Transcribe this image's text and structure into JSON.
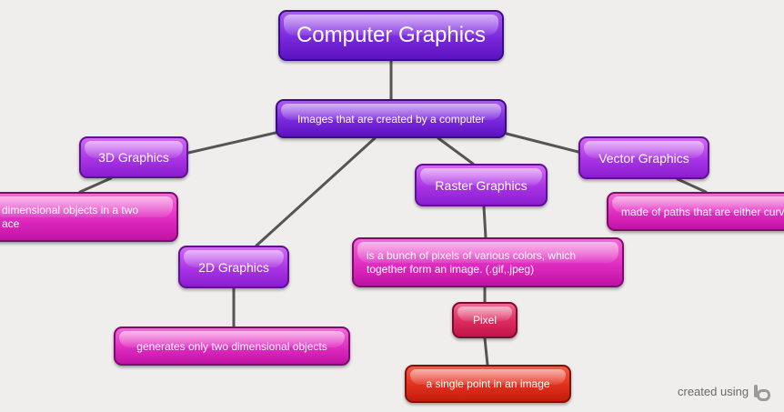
{
  "title": "Computer Graphics",
  "definition": "Images that are created by a computer",
  "branches": {
    "three_d": {
      "label": "3D Graphics",
      "description": "dimensional objects in a two\nace"
    },
    "two_d": {
      "label": "2D Graphics",
      "description": "generates only two dimensional objects"
    },
    "raster": {
      "label": "Raster Graphics",
      "description": "is a bunch of pixels of various colors, which\ntogether form an image. (.gif,.jpeg)",
      "child": {
        "label": "Pixel",
        "description": "a single point in an image"
      }
    },
    "vector": {
      "label": "Vector Graphics",
      "description": "made of paths that are either curv"
    }
  },
  "footer": {
    "text": "created using"
  },
  "colors": {
    "background": "#efeeec",
    "title_node": "#6a1fd6",
    "branch_node": "#a834e4",
    "description_node": "#e02cc0",
    "pixel_node": "#dc2a5c",
    "pixel_description_node": "#e0301c",
    "connector": "#555555"
  }
}
